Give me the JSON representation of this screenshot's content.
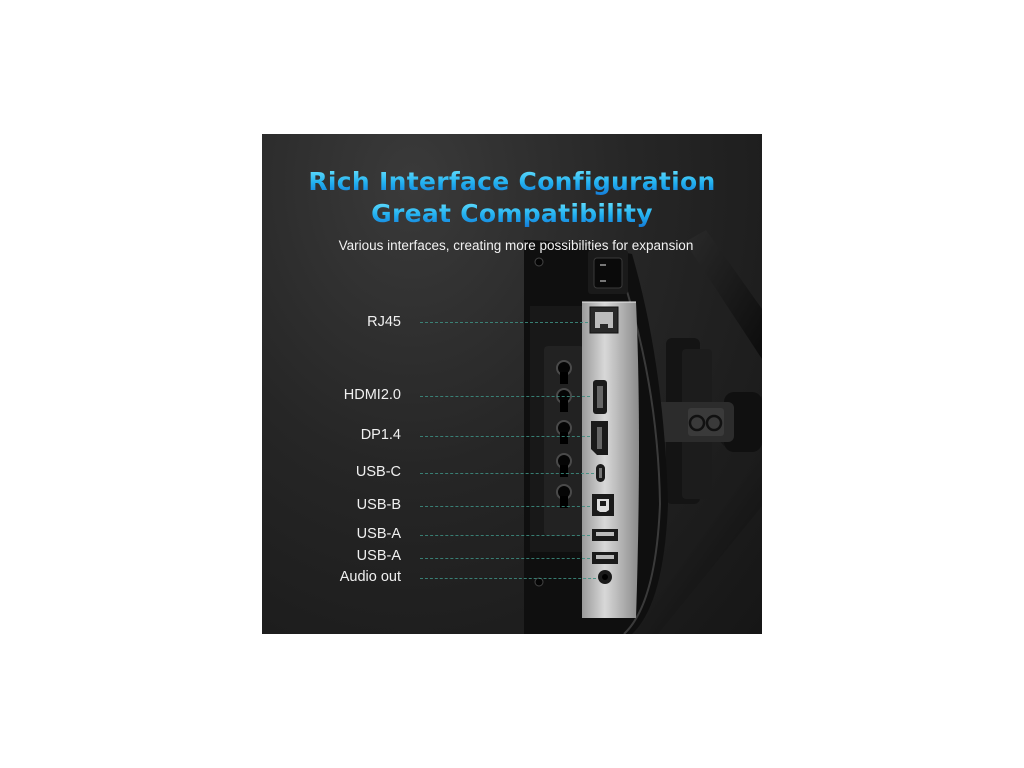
{
  "header": {
    "title_line1": "Rich Interface Configuration",
    "title_line2": "Great Compatibility",
    "subtitle": "Various interfaces, creating more possibilities for expansion"
  },
  "ports": [
    {
      "label": "RJ45"
    },
    {
      "label": "HDMI2.0"
    },
    {
      "label": "DP1.4"
    },
    {
      "label": "USB-C"
    },
    {
      "label": "USB-B"
    },
    {
      "label": "USB-A"
    },
    {
      "label": "USB-A"
    },
    {
      "label": "Audio out"
    }
  ],
  "colors": {
    "title_gradient_top": "#6fe6ff",
    "title_gradient_bottom": "#1478d6",
    "leader_line": "#3d8f82",
    "background": "#1e1e1e"
  }
}
